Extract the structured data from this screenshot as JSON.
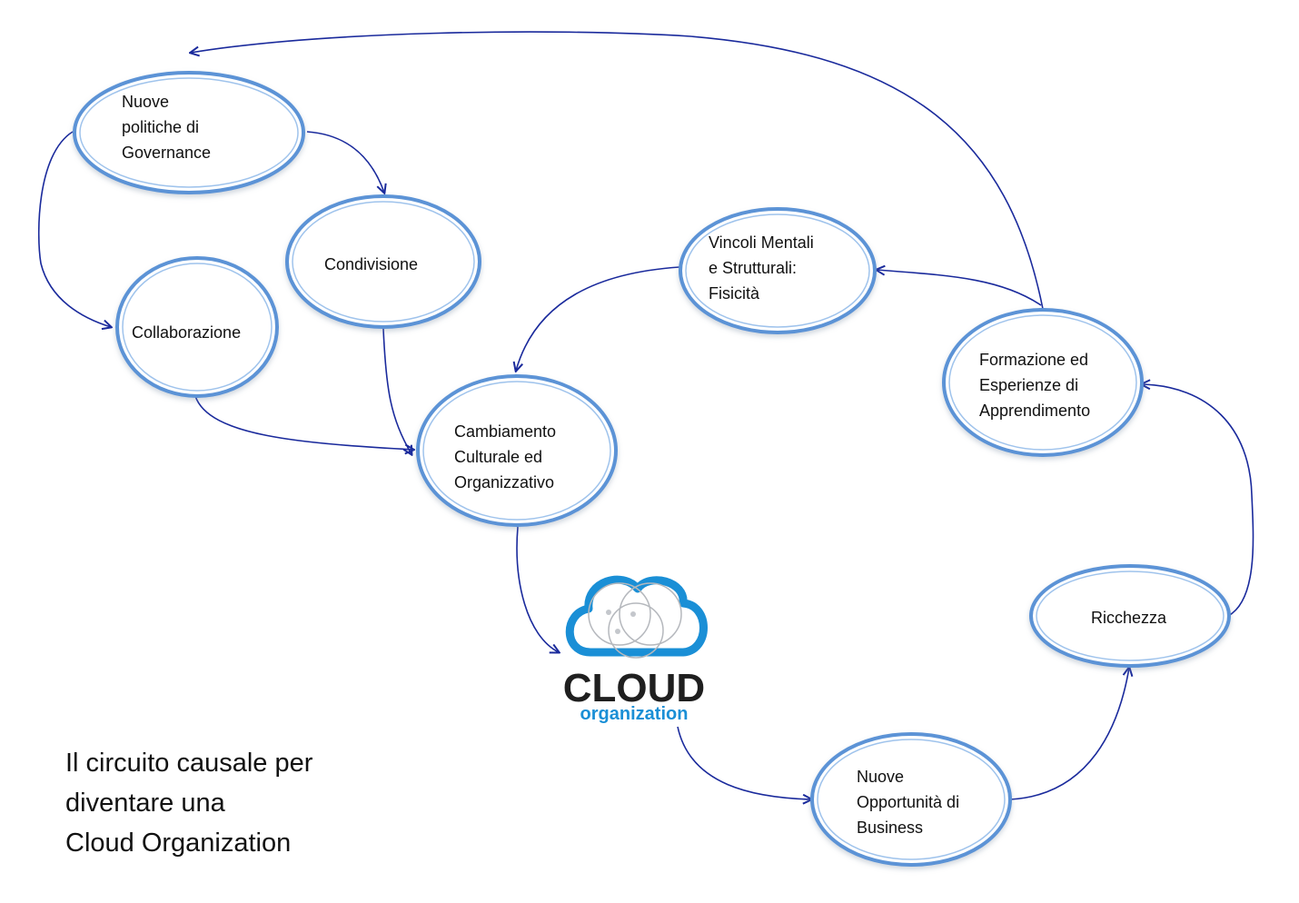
{
  "nodes": {
    "governance": [
      "Nuove",
      "politiche di",
      "Governance"
    ],
    "condivisione": [
      "Condivisione"
    ],
    "collaborazione": [
      "Collaborazione"
    ],
    "cambiamento": [
      "Cambiamento",
      "Culturale ed",
      "Organizzativo"
    ],
    "vincoli": [
      "Vincoli Mentali",
      "e Strutturali:",
      "Fisicità"
    ],
    "formazione": [
      "Formazione ed",
      "Esperienze di",
      "Apprendimento"
    ],
    "ricchezza": [
      "Ricchezza"
    ],
    "opportunita": [
      "Nuove",
      "Opportunità di",
      "Business"
    ]
  },
  "logo": {
    "title": "CLOUD",
    "subtitle": "organization",
    "title_color": "#1f1f1f",
    "subtitle_color": "#1a8fd6",
    "cloud_color": "#1a8fd6"
  },
  "caption": {
    "line1": "Il circuito causale per",
    "line2": "diventare una",
    "line3": "Cloud Organization"
  },
  "colors": {
    "node_stroke": "#5b93d6",
    "arrow": "#1a2a9c"
  }
}
